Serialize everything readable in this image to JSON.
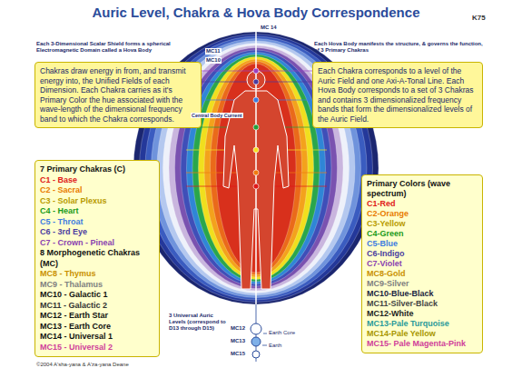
{
  "diagram": {
    "title": "Auric Level, Chakra & Hova Body Correspondence",
    "nodes": [
      {
        "text": [
          "Chakras draw energy in from, and transmit energy into, the Unified Fields of each Dimension. Each Chakra carries as it's Primary Color the hue associated with the wave-length of the dimensional frequency band to which the Chakra corresponds."
        ]
      },
      {
        "text": [
          "Each Chakra corresponds to a level of the Auric Field and one Axi-A-Tonal Line. Each Hova Body corresponds to a set of 3 Chakras and contains 3 dimensionalized frequency bands that form the dimensionalized levels of the Auric Field."
        ]
      },
      {
        "text": [
          "7 Primary Chakras (C)",
          "C1 - Base",
          "C2 - Sacral",
          "C3 - Solar Plexus",
          "C4 - Heart",
          "C5 - Throat",
          "C6 - 3rd Eye",
          "C7 - Crown - Pineal",
          "8 Morphogenetic Chakras (MC)",
          "MC8 - Thymus",
          "MC9 - Thalamus",
          "MC10 - Galactic 1",
          "MC11 - Galactic 2",
          "MC12 - Earth Star",
          "MC13 - Earth Core",
          "MC14 - Universal 1",
          "MC15 - Universal 2"
        ]
      },
      {
        "text": [
          "Primary Colors (wave spectrum)",
          "C1-Red",
          "C2-Orange",
          "C3-Yellow",
          "C4-Green",
          "C5-Blue",
          "C6-Indigo",
          "C7-Violet",
          "MC8-Gold",
          "MC9-Silver",
          "MC10-Blue-Black",
          "MC11-Silver-Black",
          "MC12-White",
          "MC13-Pale Turquoise",
          "MC14-Pale Yellow",
          "MC15- Pale Magenta-Pink"
        ]
      }
    ],
    "labels": [
      "K75",
      "Each 3-Dimensional Scalar Shield forms a spherical Electromagnetic Domain called a Hova Body",
      "Each Hova Body manifests the structure, & governs the function, of 3 Primary Chakras",
      "MC 14",
      "MC11",
      "MC10",
      "Central Body Current",
      "MC12",
      "MC13",
      "MC15",
      "Earth Core",
      "Earth",
      "3 Universal Auric Levels (correspond to D13 through D15)",
      "©2004 A'sha-yana & A'za-yana Deane"
    ]
  }
}
